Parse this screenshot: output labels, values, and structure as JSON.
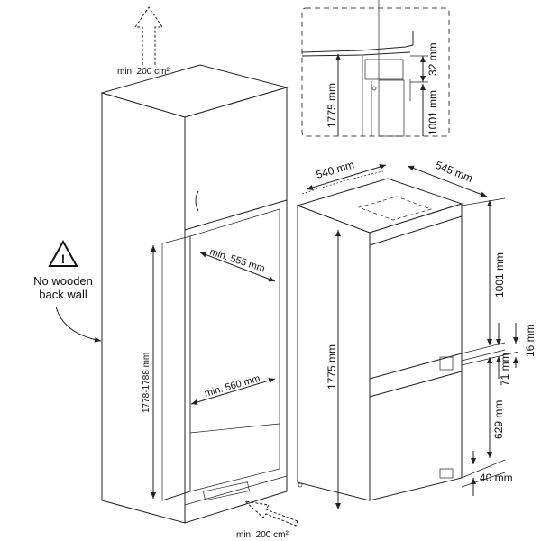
{
  "cabinet": {
    "vent_top": "min. 200 cm²",
    "vent_bottom": "min. 200 cm²",
    "warning_icon": "warning-triangle-icon",
    "warning_line1": "No wooden",
    "warning_line2": "back wall",
    "height": "1778-1788 mm",
    "depth": "min. 555 mm",
    "width": "min. 560 mm"
  },
  "detail": {
    "height": "1775 mm",
    "gap": "32 mm",
    "upper": "1001 mm"
  },
  "fridge": {
    "width": "540 mm",
    "depth": "545 mm",
    "height": "1775 mm",
    "upper": "1001 mm",
    "gap1": "16 mm",
    "gap2": "71 mm",
    "lower": "629 mm",
    "bottom": "40 mm"
  }
}
